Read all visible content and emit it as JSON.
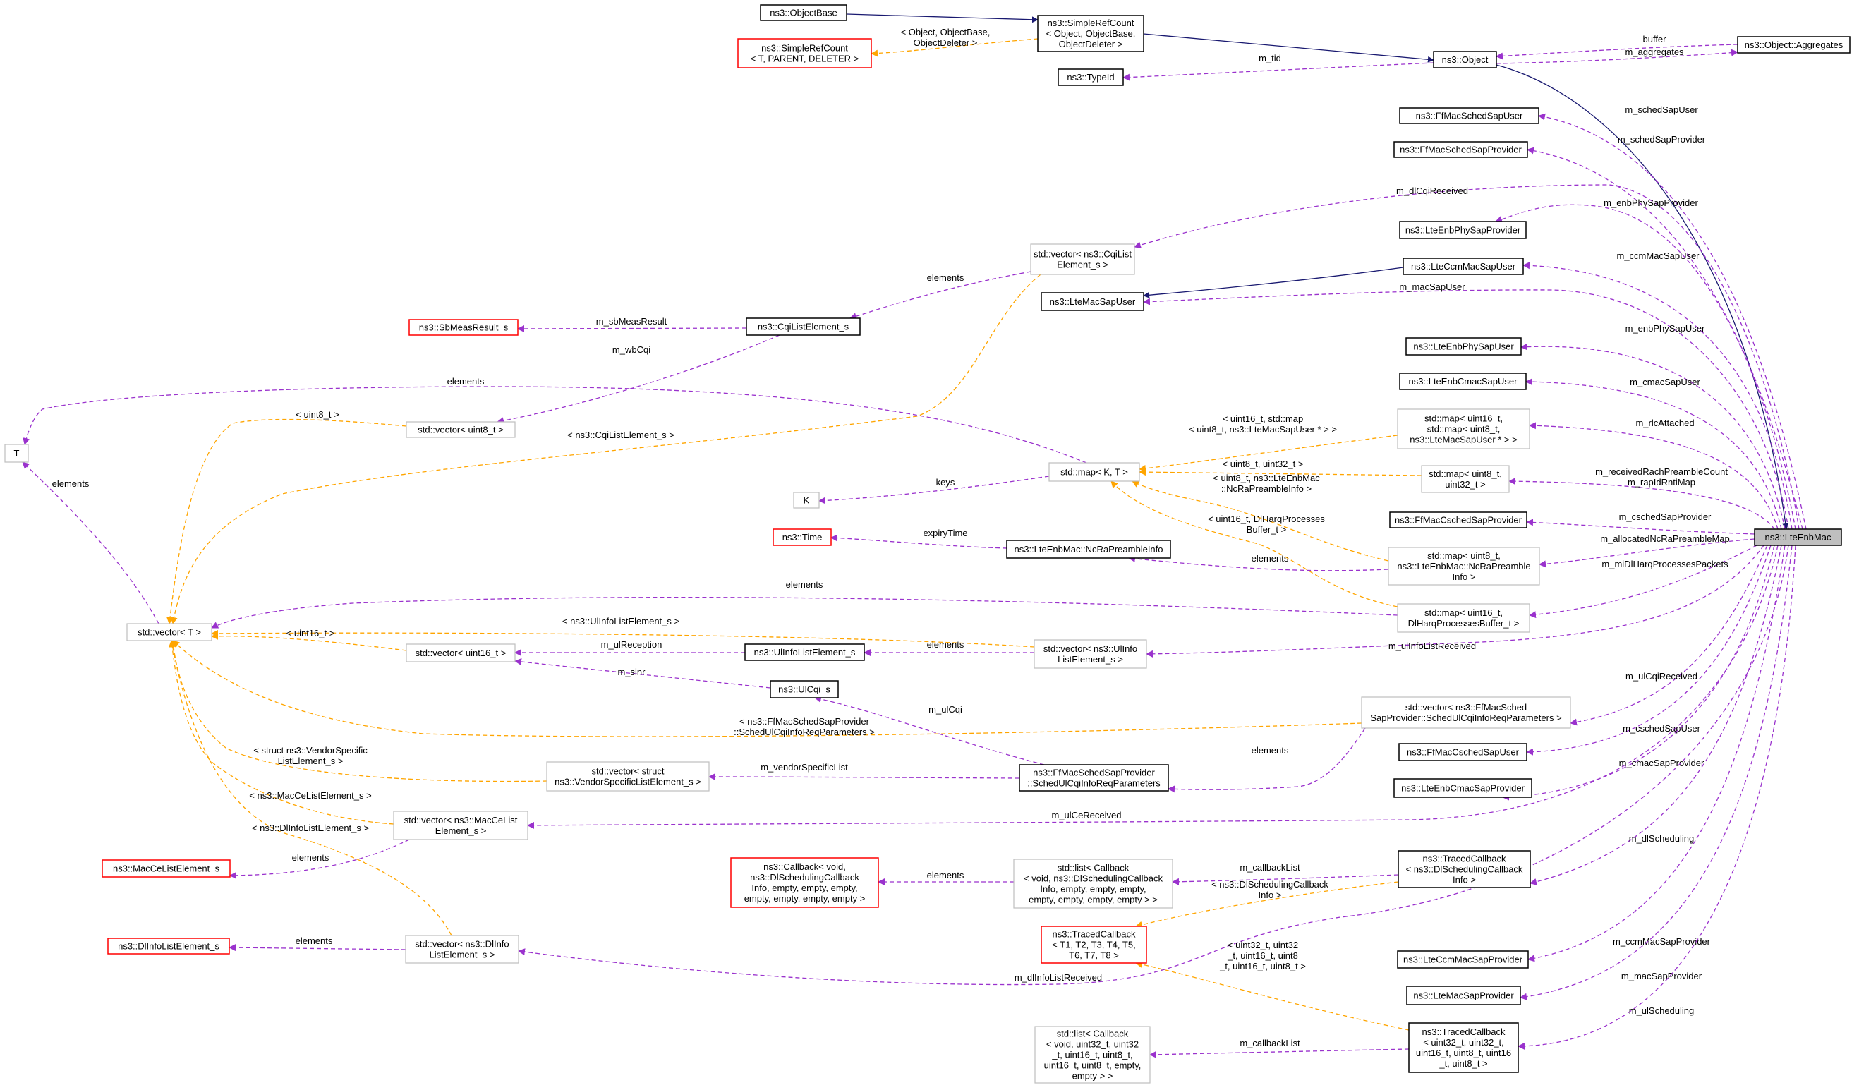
{
  "colors": {
    "inherit": "#191970",
    "usage": "#9a32cd",
    "template": "#ffa500",
    "node_border": "#000000",
    "node_border_template": "#bfbfbf",
    "node_border_undocumented": "#ff0000",
    "focus_fill": "#bfbfbf"
  },
  "nodes": [
    {
      "id": "objectbase",
      "lines": [
        "ns3::ObjectBase"
      ]
    },
    {
      "id": "srcount_t",
      "lines": [
        "ns3::SimpleRefCount",
        "< T, PARENT, DELETER >"
      ]
    },
    {
      "id": "srcount_obj",
      "lines": [
        "ns3::SimpleRefCount",
        "< Object, ObjectBase,",
        "ObjectDeleter >"
      ]
    },
    {
      "id": "object",
      "lines": [
        "ns3::Object"
      ]
    },
    {
      "id": "aggregates",
      "lines": [
        "ns3::Object::Aggregates"
      ]
    },
    {
      "id": "typeid",
      "lines": [
        "ns3::TypeId"
      ]
    },
    {
      "id": "ffschedsapuser",
      "lines": [
        "ns3::FfMacSchedSapUser"
      ]
    },
    {
      "id": "ffschedsapprov",
      "lines": [
        "ns3::FfMacSchedSapProvider"
      ]
    },
    {
      "id": "vec_cqilist",
      "lines": [
        "std::vector< ns3::CqiList",
        "Element_s >"
      ]
    },
    {
      "id": "enbphysapprov",
      "lines": [
        "ns3::LteEnbPhySapProvider"
      ]
    },
    {
      "id": "ccmmacsapuser",
      "lines": [
        "ns3::LteCcmMacSapUser"
      ]
    },
    {
      "id": "macsapuser",
      "lines": [
        "ns3::LteMacSapUser"
      ]
    },
    {
      "id": "sbmeas",
      "lines": [
        "ns3::SbMeasResult_s"
      ]
    },
    {
      "id": "cqilistel",
      "lines": [
        "ns3::CqiListElement_s"
      ]
    },
    {
      "id": "enbphysapuser",
      "lines": [
        "ns3::LteEnbPhySapUser"
      ]
    },
    {
      "id": "enbcmacsapuser",
      "lines": [
        "ns3::LteEnbCmacSapUser"
      ]
    },
    {
      "id": "T",
      "lines": [
        "T"
      ]
    },
    {
      "id": "vec_u8",
      "lines": [
        "std::vector< uint8_t >"
      ]
    },
    {
      "id": "map_rlc",
      "lines": [
        "std::map< uint16_t,",
        "std::map< uint8_t,",
        "ns3::LteMacSapUser * > >"
      ]
    },
    {
      "id": "mapKT",
      "lines": [
        "std::map< K, T >"
      ]
    },
    {
      "id": "map_u8_u32",
      "lines": [
        "std::map< uint8_t,",
        "uint32_t >"
      ]
    },
    {
      "id": "K",
      "lines": [
        "K"
      ]
    },
    {
      "id": "time",
      "lines": [
        "ns3::Time"
      ]
    },
    {
      "id": "ffcschedsapprov",
      "lines": [
        "ns3::FfMacCschedSapProvider"
      ]
    },
    {
      "id": "ncra",
      "lines": [
        "ns3::LteEnbMac::NcRaPreambleInfo"
      ]
    },
    {
      "id": "map_ncra",
      "lines": [
        "std::map< uint8_t,",
        "ns3::LteEnbMac::NcRaPreamble",
        "Info >"
      ]
    },
    {
      "id": "focus",
      "lines": [
        "ns3::LteEnbMac"
      ]
    },
    {
      "id": "vecT",
      "lines": [
        "std::vector< T >"
      ]
    },
    {
      "id": "map_dlharq",
      "lines": [
        "std::map< uint16_t,",
        "DlHarqProcessesBuffer_t >"
      ]
    },
    {
      "id": "vec_u16",
      "lines": [
        "std::vector< uint16_t >"
      ]
    },
    {
      "id": "ulinfo",
      "lines": [
        "ns3::UlInfoListElement_s"
      ]
    },
    {
      "id": "vec_ulinfo",
      "lines": [
        "std::vector< ns3::UlInfo",
        "ListElement_s >"
      ]
    },
    {
      "id": "ulcqi",
      "lines": [
        "ns3::UlCqi_s"
      ]
    },
    {
      "id": "vec_ulcqireq",
      "lines": [
        "std::vector< ns3::FfMacSched",
        "SapProvider::SchedUlCqiInfoReqParameters >"
      ]
    },
    {
      "id": "ffcschedsapuser",
      "lines": [
        "ns3::FfMacCschedSapUser"
      ]
    },
    {
      "id": "vec_vendor",
      "lines": [
        "std::vector< struct",
        "ns3::VendorSpecificListElement_s >"
      ]
    },
    {
      "id": "ulcqireq",
      "lines": [
        "ns3::FfMacSchedSapProvider",
        "::SchedUlCqiInfoReqParameters"
      ]
    },
    {
      "id": "enbcmacsapprov",
      "lines": [
        "ns3::LteEnbCmacSapProvider"
      ]
    },
    {
      "id": "vec_macce",
      "lines": [
        "std::vector< ns3::MacCeList",
        "Element_s >"
      ]
    },
    {
      "id": "macce",
      "lines": [
        "ns3::MacCeListElement_s"
      ]
    },
    {
      "id": "callback",
      "lines": [
        "ns3::Callback< void,",
        "ns3::DlSchedulingCallback",
        "Info, empty, empty, empty,",
        "empty, empty, empty, empty >"
      ]
    },
    {
      "id": "list_dlcb",
      "lines": [
        "std::list< Callback",
        "< void, ns3::DlSchedulingCallback",
        "Info, empty, empty, empty,",
        "empty, empty, empty, empty > >"
      ]
    },
    {
      "id": "tcb_dl",
      "lines": [
        "ns3::TracedCallback",
        "< ns3::DlSchedulingCallback",
        "Info >"
      ]
    },
    {
      "id": "dlinfo",
      "lines": [
        "ns3::DlInfoListElement_s"
      ]
    },
    {
      "id": "vec_dlinfo",
      "lines": [
        "std::vector< ns3::DlInfo",
        "ListElement_s >"
      ]
    },
    {
      "id": "tcb_t",
      "lines": [
        "ns3::TracedCallback",
        "< T1, T2, T3, T4, T5,",
        "T6, T7, T8 >"
      ]
    },
    {
      "id": "ccmmacsapprov",
      "lines": [
        "ns3::LteCcmMacSapProvider"
      ]
    },
    {
      "id": "macsapprov",
      "lines": [
        "ns3::LteMacSapProvider"
      ]
    },
    {
      "id": "list_ulcb",
      "lines": [
        "std::list< Callback",
        "< void, uint32_t, uint32",
        "_t, uint16_t, uint8_t,",
        "uint16_t, uint8_t, empty,",
        "empty > >"
      ]
    },
    {
      "id": "tcb_ul",
      "lines": [
        "ns3::TracedCallback",
        "< uint32_t, uint32_t,",
        "uint16_t, uint8_t, uint16",
        "_t, uint8_t >"
      ]
    }
  ],
  "edges": [
    {
      "id": "e_ob_src",
      "label": []
    },
    {
      "id": "e_src_obj",
      "label": []
    },
    {
      "id": "e_obj_focus",
      "label": []
    },
    {
      "id": "e_ccmuser_macuser",
      "label": []
    },
    {
      "id": "e_srct_src",
      "label": [
        "< Object, ObjectBase,",
        "ObjectDeleter >"
      ]
    },
    {
      "id": "e_agg_obj",
      "label": [
        "buffer"
      ]
    },
    {
      "id": "e_obj_agg",
      "label": [
        "m_aggregates"
      ]
    },
    {
      "id": "e_tid_obj",
      "label": [
        "m_tid"
      ]
    },
    {
      "id": "e_schedsapuser",
      "label": [
        "m_schedSapUser"
      ]
    },
    {
      "id": "e_schedsapprov",
      "label": [
        "m_schedSapProvider"
      ]
    },
    {
      "id": "e_dlcqi",
      "label": [
        "m_dlCqiReceived"
      ]
    },
    {
      "id": "e_enbphyprov",
      "label": [
        "m_enbPhySapProvider"
      ]
    },
    {
      "id": "e_ccmuser",
      "label": [
        "m_ccmMacSapUser"
      ]
    },
    {
      "id": "e_macsapuser",
      "label": [
        "m_macSapUser"
      ]
    },
    {
      "id": "e_cqi_elements",
      "label": [
        "elements"
      ]
    },
    {
      "id": "e_sbmeas",
      "label": [
        "m_sbMeasResult"
      ]
    },
    {
      "id": "e_wbcqi",
      "label": [
        "m_wbCqi"
      ]
    },
    {
      "id": "e_enbphyuser",
      "label": [
        "m_enbPhySapUser"
      ]
    },
    {
      "id": "e_cmacuser",
      "label": [
        "m_cmacSapUser"
      ]
    },
    {
      "id": "e_map_T",
      "label": [
        "elements"
      ]
    },
    {
      "id": "e_vecu8_vecT",
      "label": [
        "< uint8_t >"
      ]
    },
    {
      "id": "e_cqil_vecT",
      "label": [
        "< ns3::CqiListElement_s >"
      ]
    },
    {
      "id": "e_rlc",
      "label": [
        "m_rlcAttached"
      ]
    },
    {
      "id": "e_maprlc_mapKT",
      "label": [
        "< uint16_t, std::map",
        "< uint8_t, ns3::LteMacSapUser * > >"
      ]
    },
    {
      "id": "e_mapu8u32_mapKT",
      "label": [
        "< uint8_t, uint32_t >"
      ]
    },
    {
      "id": "e_keys",
      "label": [
        "keys"
      ]
    },
    {
      "id": "e_rach",
      "label": [
        "m_receivedRachPreambleCount",
        "m_rapIdRntiMap"
      ]
    },
    {
      "id": "e_mapncra_mapKT",
      "label": [
        "< uint8_t, ns3::LteEnbMac",
        "::NcRaPreambleInfo >"
      ]
    },
    {
      "id": "e_mapdl_mapKT",
      "label": [
        "< uint16_t, DlHarqProcesses",
        "Buffer_t >"
      ]
    },
    {
      "id": "e_cschedprov",
      "label": [
        "m_cschedSapProvider"
      ]
    },
    {
      "id": "e_expiry",
      "label": [
        "expiryTime"
      ]
    },
    {
      "id": "e_ncra_elements",
      "label": [
        "elements"
      ]
    },
    {
      "id": "e_allocncra",
      "label": [
        "m_allocatedNcRaPreambleMap"
      ]
    },
    {
      "id": "e_dlharq",
      "label": [
        "m_miDlHarqProcessesPackets"
      ]
    },
    {
      "id": "e_vecT_T",
      "label": [
        "elements"
      ]
    },
    {
      "id": "e_mapdl_vecT",
      "label": [
        "elements"
      ]
    },
    {
      "id": "e_vecul_vecT",
      "label": [
        "< ns3::UlInfoListElement_s >"
      ]
    },
    {
      "id": "e_vecu16_vecT",
      "label": [
        "< uint16_t >"
      ]
    },
    {
      "id": "e_ulrecep",
      "label": [
        "m_ulReception"
      ]
    },
    {
      "id": "e_ulinfo_elements",
      "label": [
        "elements"
      ]
    },
    {
      "id": "e_ulinfolist",
      "label": [
        "m_ulInfoListReceived"
      ]
    },
    {
      "id": "e_sinr",
      "label": [
        "m_sinr"
      ]
    },
    {
      "id": "e_ulcqi",
      "label": [
        "m_ulCqi"
      ]
    },
    {
      "id": "e_ulcqirecv",
      "label": [
        "m_ulCqiReceived"
      ]
    },
    {
      "id": "e_ulcqireq_vecT",
      "label": [
        "< ns3::FfMacSchedSapProvider",
        "::SchedUlCqiInfoReqParameters >"
      ]
    },
    {
      "id": "e_ulcqireq_elements",
      "label": [
        "elements"
      ]
    },
    {
      "id": "e_cschedsapuser",
      "label": [
        "m_cschedSapUser"
      ]
    },
    {
      "id": "e_vendor_vecT",
      "label": [
        "< struct ns3::VendorSpecific",
        "ListElement_s >"
      ]
    },
    {
      "id": "e_vendorlist",
      "label": [
        "m_vendorSpecificList"
      ]
    },
    {
      "id": "e_cmacprov",
      "label": [
        "m_cmacSapProvider"
      ]
    },
    {
      "id": "e_macce_vecT",
      "label": [
        "< ns3::MacCeListElement_s >"
      ]
    },
    {
      "id": "e_ulce",
      "label": [
        "m_ulCeReceived"
      ]
    },
    {
      "id": "e_macce_elements",
      "label": [
        "elements"
      ]
    },
    {
      "id": "e_dlinfo_vecT",
      "label": [
        "< ns3::DlInfoListElement_s >"
      ]
    },
    {
      "id": "e_callback_elements",
      "label": [
        "elements"
      ]
    },
    {
      "id": "e_dlcb_list",
      "label": [
        "m_callbackList"
      ]
    },
    {
      "id": "e_dlsched",
      "label": [
        "m_dlScheduling"
      ]
    },
    {
      "id": "e_tcbdl_tcbt",
      "label": [
        "< ns3::DlSchedulingCallback",
        "Info >"
      ]
    },
    {
      "id": "e_dlinfo_elements",
      "label": [
        "elements"
      ]
    },
    {
      "id": "e_ccmprov",
      "label": [
        "m_ccmMacSapProvider"
      ]
    },
    {
      "id": "e_dlinfolist",
      "label": [
        "m_dlInfoListReceived"
      ]
    },
    {
      "id": "e_tcbul_tcbt",
      "label": [
        "< uint32_t, uint32",
        "_t, uint16_t, uint8",
        "_t, uint16_t, uint8_t >"
      ]
    },
    {
      "id": "e_macprov",
      "label": [
        "m_macSapProvider"
      ]
    },
    {
      "id": "e_ulsched",
      "label": [
        "m_ulScheduling"
      ]
    },
    {
      "id": "e_ulcb_list",
      "label": [
        "m_callbackList"
      ]
    }
  ]
}
